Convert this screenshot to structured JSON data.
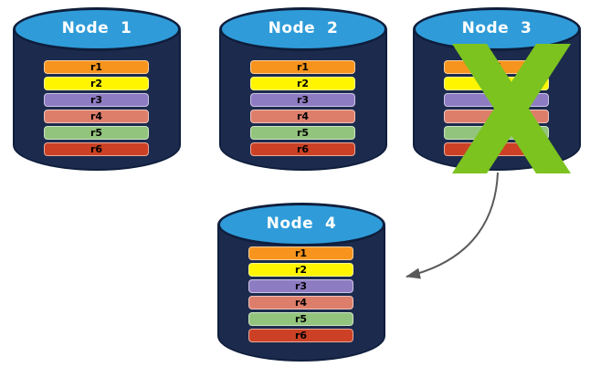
{
  "diagram": {
    "background_color": "#FFFFFF",
    "cylinder_style": {
      "body_color": "#1C2B4D",
      "top_color": "#2F9CD9",
      "outline_color": "#0F1E3C"
    },
    "nodes": [
      {
        "title": "Node  1",
        "failed": false,
        "rows": [
          {
            "label": "r1",
            "color": "#F7941D"
          },
          {
            "label": "r2",
            "color": "#FFF500"
          },
          {
            "label": "r3",
            "color": "#8E7CC3"
          },
          {
            "label": "r4",
            "color": "#DD7E6B"
          },
          {
            "label": "r5",
            "color": "#93C47D"
          },
          {
            "label": "r6",
            "color": "#CC4125"
          }
        ]
      },
      {
        "title": "Node  2",
        "failed": false,
        "rows": [
          {
            "label": "r1",
            "color": "#F7941D"
          },
          {
            "label": "r2",
            "color": "#FFF500"
          },
          {
            "label": "r3",
            "color": "#8E7CC3"
          },
          {
            "label": "r4",
            "color": "#DD7E6B"
          },
          {
            "label": "r5",
            "color": "#93C47D"
          },
          {
            "label": "r6",
            "color": "#CC4125"
          }
        ]
      },
      {
        "title": "Node  3",
        "failed": true,
        "rows": [
          {
            "label": "r1",
            "color": "#F7941D"
          },
          {
            "label": "r2",
            "color": "#FFF500"
          },
          {
            "label": "r3",
            "color": "#8E7CC3"
          },
          {
            "label": "r4",
            "color": "#DD7E6B"
          },
          {
            "label": "r5",
            "color": "#93C47D"
          },
          {
            "label": "r6",
            "color": "#CC4125"
          }
        ]
      },
      {
        "title": "Node  4",
        "failed": false,
        "rows": [
          {
            "label": "r1",
            "color": "#F7941D"
          },
          {
            "label": "r2",
            "color": "#FFF500"
          },
          {
            "label": "r3",
            "color": "#8E7CC3"
          },
          {
            "label": "r4",
            "color": "#DD7E6B"
          },
          {
            "label": "r5",
            "color": "#93C47D"
          },
          {
            "label": "r6",
            "color": "#CC4125"
          }
        ]
      }
    ],
    "failure_mark": {
      "node": "Node  3",
      "color": "#7CC320"
    },
    "arrow": {
      "from": "Node  3",
      "to": "Node  4",
      "color": "#595959"
    }
  }
}
